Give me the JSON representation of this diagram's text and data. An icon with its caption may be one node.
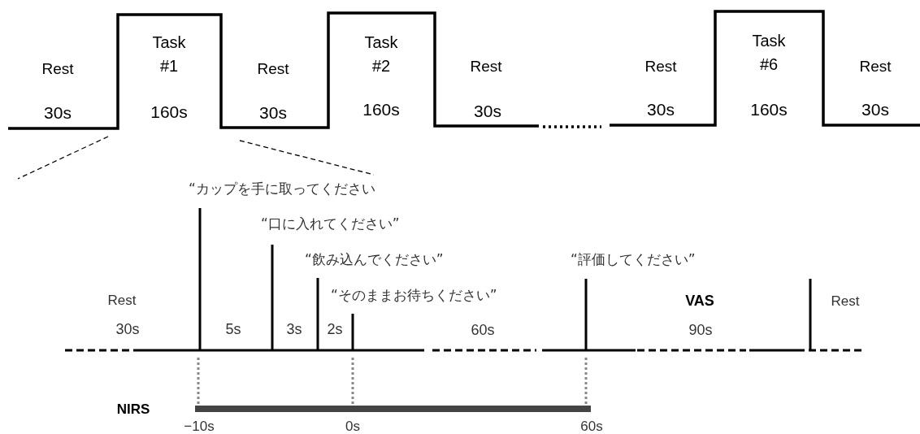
{
  "diagram": {
    "labels": [
      "Rest",
      "30s",
      "Task #1",
      "160s",
      "Rest",
      "30s",
      "Task #2",
      "160s",
      "Rest",
      "30s",
      "Rest",
      "30s",
      "Task #6",
      "160s",
      "Rest",
      "30s",
      "“カップを手に取ってください",
      "“口に入れてください”",
      "“飲み込んでください”",
      "“評価してください”",
      "Rest",
      "“そのままお待ちください”",
      "VAS",
      "Rest",
      "30s",
      "5s",
      "3s",
      "2s",
      "60s",
      "90s",
      "NIRS",
      "−10s",
      "0s",
      "60s"
    ]
  }
}
